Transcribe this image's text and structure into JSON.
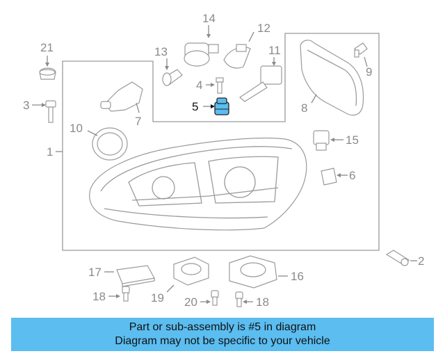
{
  "diagram": {
    "callouts": [
      {
        "id": "c1",
        "label": "1"
      },
      {
        "id": "c2",
        "label": "2"
      },
      {
        "id": "c3",
        "label": "3"
      },
      {
        "id": "c4",
        "label": "4"
      },
      {
        "id": "c5",
        "label": "5",
        "highlighted": true
      },
      {
        "id": "c6",
        "label": "6"
      },
      {
        "id": "c7",
        "label": "7"
      },
      {
        "id": "c8",
        "label": "8"
      },
      {
        "id": "c9",
        "label": "9"
      },
      {
        "id": "c10",
        "label": "10"
      },
      {
        "id": "c11",
        "label": "11"
      },
      {
        "id": "c12",
        "label": "12"
      },
      {
        "id": "c13",
        "label": "13"
      },
      {
        "id": "c14",
        "label": "14"
      },
      {
        "id": "c15",
        "label": "15"
      },
      {
        "id": "c16",
        "label": "16"
      },
      {
        "id": "c17",
        "label": "17"
      },
      {
        "id": "c18a",
        "label": "18"
      },
      {
        "id": "c18b",
        "label": "18"
      },
      {
        "id": "c19",
        "label": "19"
      },
      {
        "id": "c20",
        "label": "20"
      },
      {
        "id": "c21",
        "label": "21"
      }
    ],
    "colors": {
      "line": "#9a9a9a",
      "highlight_part": "#5bbdf0",
      "banner": "#5bbdf0"
    }
  },
  "banner": {
    "line1": "Part or sub-assembly is #5 in diagram",
    "line2": "Diagram may not be specific to your vehicle"
  }
}
